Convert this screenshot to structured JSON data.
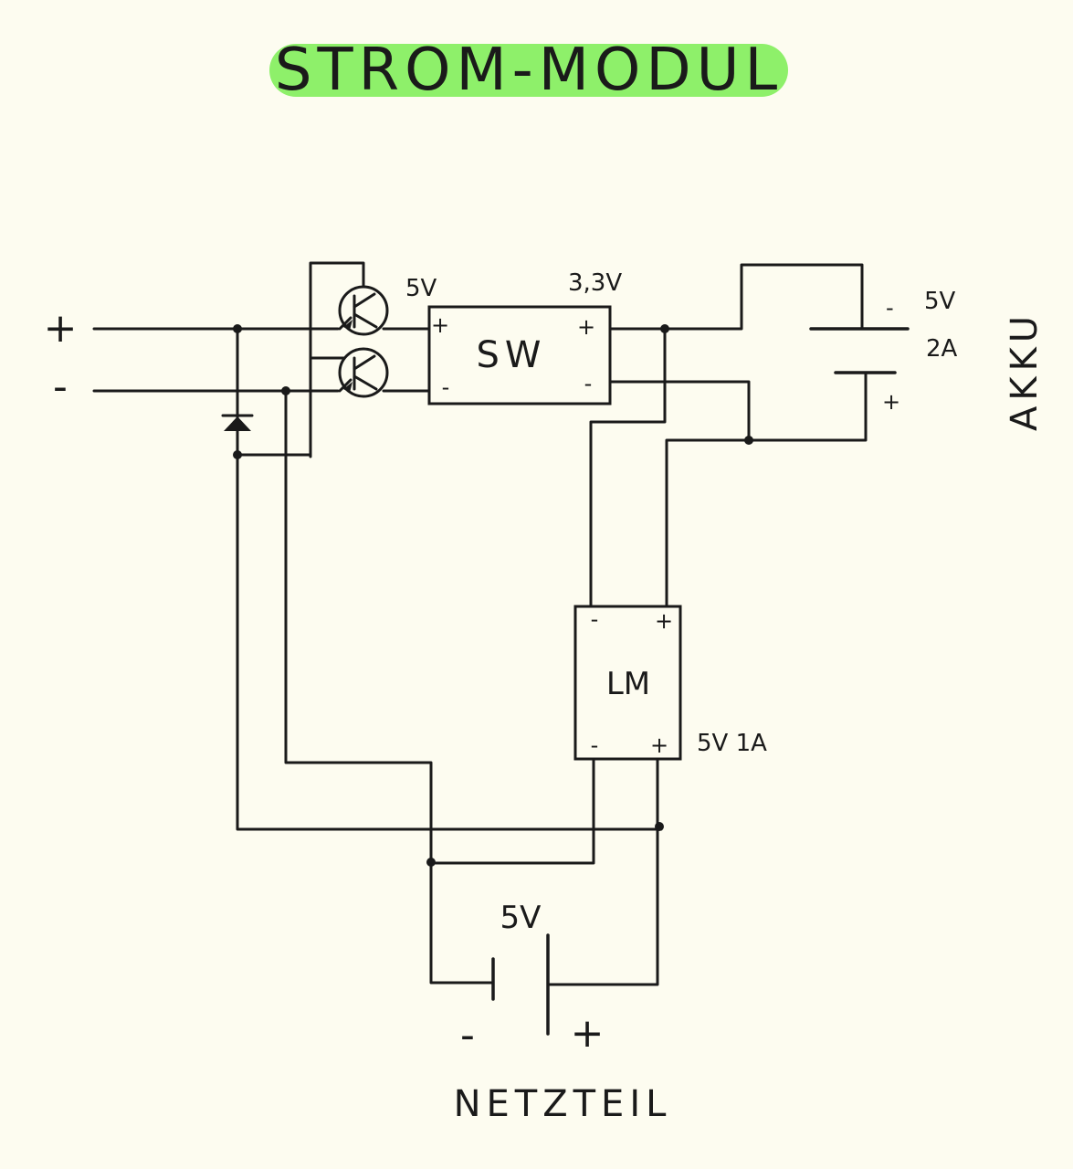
{
  "title": "STROM-MODUL",
  "colors": {
    "title_highlight": "#8ef06a",
    "ink": "#1a1a1a",
    "paper": "#fdfcf0"
  },
  "input": {
    "plus": "+",
    "minus": "-"
  },
  "transistor_label": "5V",
  "sw_module": {
    "label": "SW",
    "in_plus": "+",
    "in_minus": "-",
    "out_plus": "+",
    "out_minus": "-",
    "output_voltage": "3,3V"
  },
  "akku": {
    "label": "AKKU",
    "voltage": "5V",
    "current": "2A",
    "minus": "-",
    "plus": "+"
  },
  "lm_module": {
    "label": "LM",
    "top_minus": "-",
    "top_plus": "+",
    "bottom_minus": "-",
    "bottom_plus": "+",
    "rating": "5V 1A"
  },
  "netzteil": {
    "label": "NETZTEIL",
    "voltage": "5V",
    "minus": "-",
    "plus": "+"
  }
}
